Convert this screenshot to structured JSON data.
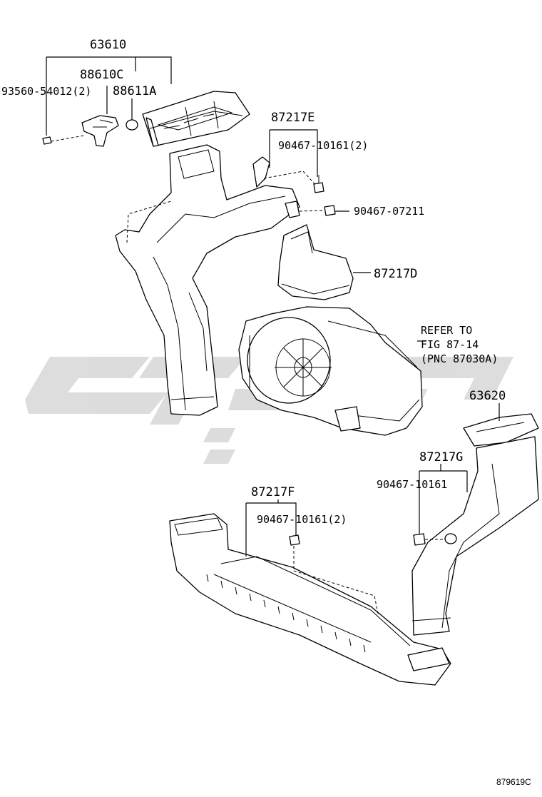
{
  "callouts": {
    "p63610": "63610",
    "p88610c": "88610C",
    "p93560": "93560-54012(2)",
    "p88611a": "88611A",
    "p87217e": "87217E",
    "p90467_10161_e": "90467-10161(2)",
    "p90467_07211": "90467-07211",
    "p87217d": "87217D",
    "refer_line1": "REFER TO",
    "refer_line2": "FIG 87-14",
    "refer_line3": "(PNC 87030A)",
    "p63620": "63620",
    "p87217g": "87217G",
    "p90467_10161_g": "90467-10161",
    "p87217f": "87217F",
    "p90467_10161_f": "90467-10161(2)"
  },
  "figure_code": "879619C",
  "watermark_color": "#d9d9d9"
}
